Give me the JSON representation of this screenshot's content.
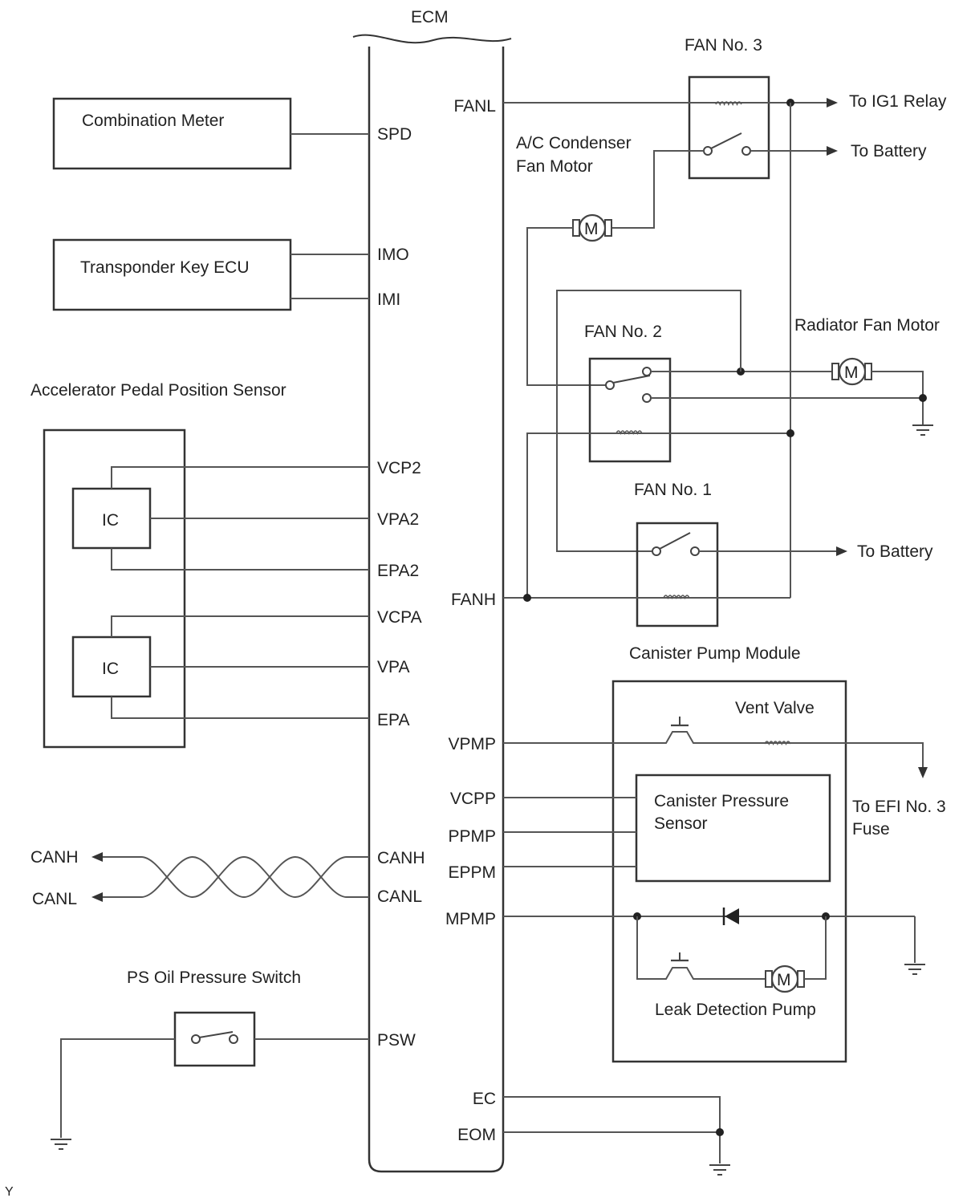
{
  "ecm": {
    "title": "ECM",
    "pins_left": [
      "SPD",
      "IMO",
      "IMI",
      "VCP2",
      "VPA2",
      "EPA2",
      "VCPA",
      "VPA",
      "EPA",
      "CANH",
      "CANL",
      "PSW"
    ],
    "pins_right": [
      "FANL",
      "FANH",
      "VPMP",
      "VCPP",
      "PPMP",
      "EPPM",
      "MPMP",
      "EC",
      "EOM"
    ]
  },
  "components": {
    "combination_meter": "Combination Meter",
    "transponder_key_ecu": "Transponder Key ECU",
    "accel_sensor": "Accelerator Pedal Position Sensor",
    "ic1": "IC",
    "ic2": "IC",
    "can_h": "CANH",
    "can_l": "CANL",
    "ps_switch": "PS Oil Pressure Switch",
    "fan3": "FAN No. 3",
    "fan2": "FAN No. 2",
    "fan1": "FAN No. 1",
    "ac_motor_1": "A/C Condenser",
    "ac_motor_2": "Fan Motor",
    "radiator_motor": "Radiator Fan Motor",
    "to_ig1": "To IG1 Relay",
    "to_battery_1": "To Battery",
    "to_battery_2": "To Battery",
    "canister_module": "Canister Pump Module",
    "vent_valve": "Vent Valve",
    "canister_sensor_1": "Canister Pressure",
    "canister_sensor_2": "Sensor",
    "to_efi_1": "To EFI No. 3",
    "to_efi_2": "Fuse",
    "leak_pump": "Leak Detection Pump",
    "motor_symbol": "M",
    "corner_code": "Y"
  }
}
